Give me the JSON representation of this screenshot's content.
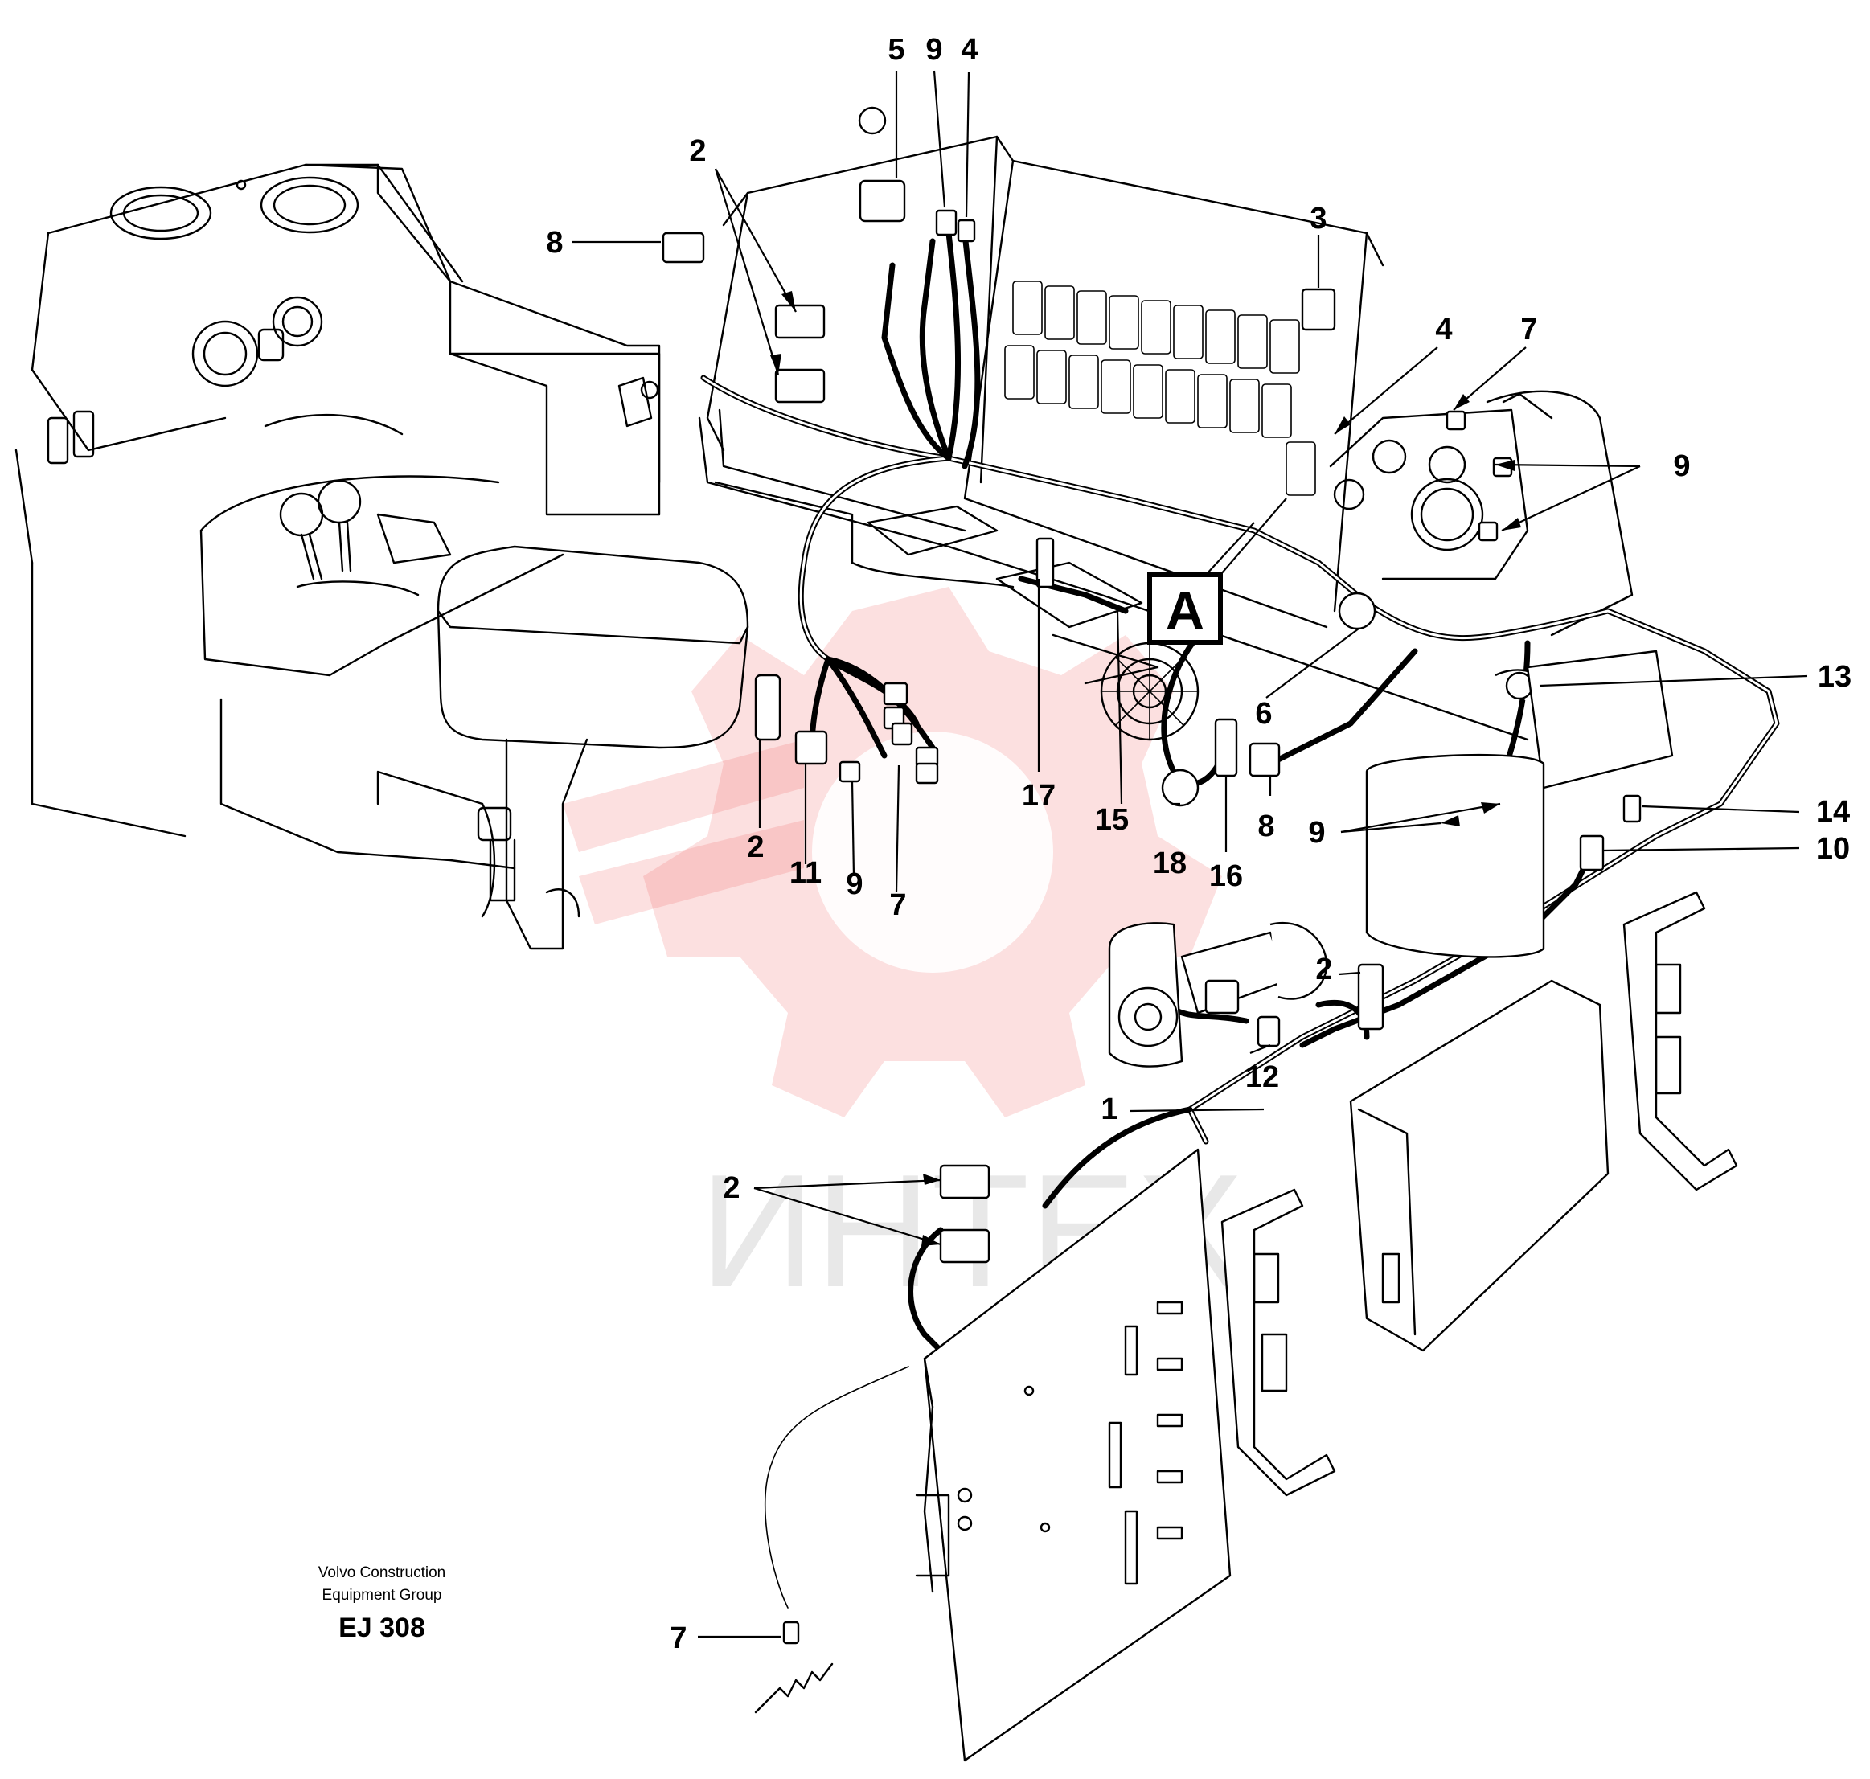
{
  "callouts": [
    {
      "id": "c5",
      "label": "5"
    },
    {
      "id": "c9a",
      "label": "9"
    },
    {
      "id": "c4a",
      "label": "4"
    },
    {
      "id": "c2a",
      "label": "2"
    },
    {
      "id": "c8a",
      "label": "8"
    },
    {
      "id": "c3",
      "label": "3"
    },
    {
      "id": "c4b",
      "label": "4"
    },
    {
      "id": "c7a",
      "label": "7"
    },
    {
      "id": "c9b",
      "label": "9"
    },
    {
      "id": "c13",
      "label": "13"
    },
    {
      "id": "c6",
      "label": "6"
    },
    {
      "id": "c14",
      "label": "14"
    },
    {
      "id": "c10",
      "label": "10"
    },
    {
      "id": "c9c",
      "label": "9"
    },
    {
      "id": "c8b",
      "label": "8"
    },
    {
      "id": "c16",
      "label": "16"
    },
    {
      "id": "c18",
      "label": "18"
    },
    {
      "id": "c15",
      "label": "15"
    },
    {
      "id": "c17",
      "label": "17"
    },
    {
      "id": "c2b",
      "label": "2"
    },
    {
      "id": "c11",
      "label": "11"
    },
    {
      "id": "c9d",
      "label": "9"
    },
    {
      "id": "c7b",
      "label": "7"
    },
    {
      "id": "c2c",
      "label": "2"
    },
    {
      "id": "c12",
      "label": "12"
    },
    {
      "id": "c1",
      "label": "1"
    },
    {
      "id": "c2d",
      "label": "2"
    },
    {
      "id": "c7c",
      "label": "7"
    }
  ],
  "detail_marker": "A",
  "footer": {
    "line1": "Volvo Construction",
    "line2": "Equipment Group",
    "code": "EJ 308"
  },
  "watermark": {
    "text": "ИНТЕХ",
    "color": "#f05555"
  }
}
